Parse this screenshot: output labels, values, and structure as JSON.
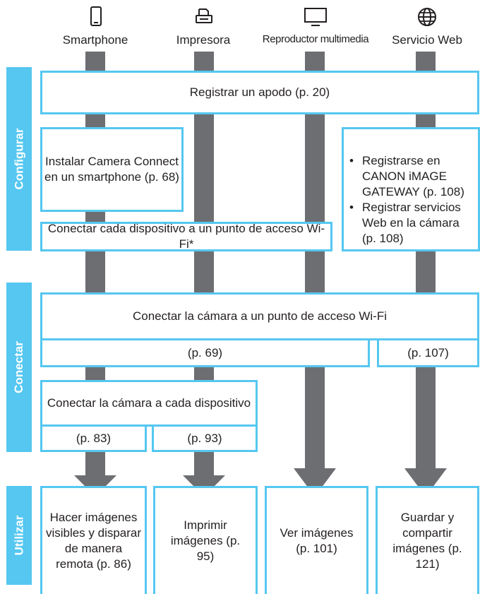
{
  "columns": [
    {
      "icon": "smartphone-icon",
      "label": "Smartphone"
    },
    {
      "icon": "printer-icon",
      "label": "Impresora"
    },
    {
      "icon": "monitor-icon",
      "label": "Reproductor multimedia"
    },
    {
      "icon": "globe-icon",
      "label": "Servicio Web"
    }
  ],
  "sections": {
    "configurar": "Configurar",
    "conectar": "Conectar",
    "utilizar": "Utilizar"
  },
  "configurar": {
    "nickname": "Registrar un apodo (p. 20)",
    "install_app": "Instalar Camera Connect en un smartphone (p. 68)",
    "connect_ap": "Conectar cada dispositivo a un punto de acceso Wi-Fi*",
    "web_bullets": [
      "Registrarse en CANON iMAGE GATEWAY (p. 108)",
      "Registrar servicios Web en la cámara (p. 108)"
    ]
  },
  "conectar": {
    "camera_ap": "Conectar la cámara a un punto de acceso Wi-Fi",
    "ref_left": "(p. 69)",
    "ref_right": "(p. 107)",
    "camera_device": "Conectar la cámara a cada dispositivo",
    "ref_phone": "(p. 83)",
    "ref_printer": "(p. 93)"
  },
  "utilizar": {
    "phone": "Hacer imágenes visibles y disparar de manera remota (p. 86)",
    "printer": "Imprimir imágenes (p. 95)",
    "media": "Ver imágenes (p. 101)",
    "web": "Guardar y compartir imágenes (p. 121)"
  },
  "colors": {
    "accent": "#55c7f0",
    "bar": "#6d6e71",
    "text": "#231f20"
  }
}
